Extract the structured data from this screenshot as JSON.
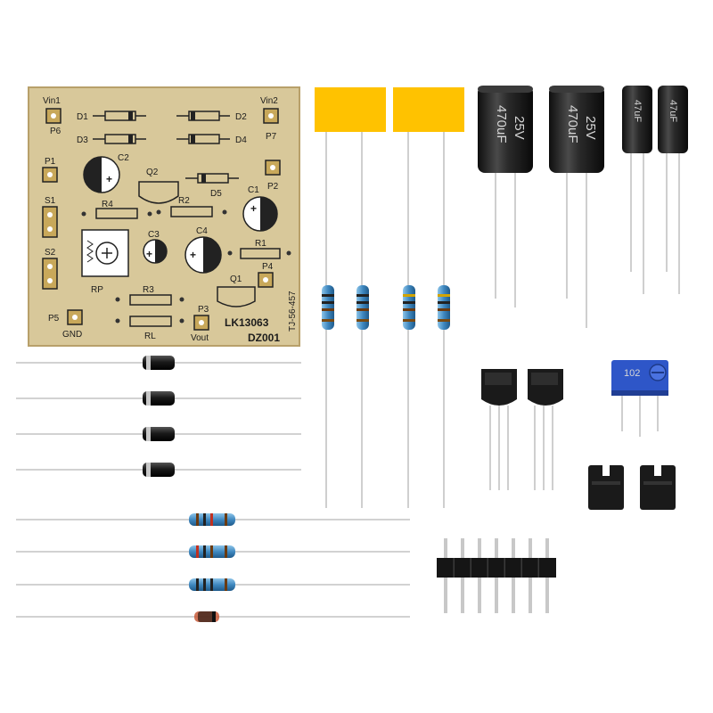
{
  "kit": {
    "board": {
      "model": "LK13063",
      "kit_code": "DZ001",
      "serial": "TJ-56-457",
      "labels": {
        "vin1": "Vin1",
        "vin2": "Vin2",
        "p6": "P6",
        "p7": "P7",
        "d1": "D1",
        "d2": "D2",
        "d3": "D3",
        "d4": "D4",
        "d5": "D5",
        "p1": "P1",
        "p2": "P2",
        "p3": "P3",
        "p4": "P4",
        "p5": "P5",
        "s1": "S1",
        "s2": "S2",
        "c1": "C1",
        "c2": "C2",
        "c3": "C3",
        "c4": "C4",
        "q1": "Q1",
        "q2": "Q2",
        "r1": "R1",
        "r2": "R2",
        "r3": "R3",
        "r4": "R4",
        "rp": "RP",
        "rl": "RL",
        "gnd": "GND",
        "vout": "Vout"
      }
    },
    "capacitors": {
      "large": {
        "value": "470uF",
        "voltage": "25V"
      },
      "small": {
        "value": "47uF"
      }
    },
    "potentiometer": {
      "code": "102"
    },
    "colors": {
      "pcb": "#d8c89a",
      "pcb_border": "#b8a06a",
      "pad": "#c8a85a",
      "film_cap": "#ffc200",
      "electrolytic": "#1e1e1e",
      "trimmer": "#2e56c8",
      "resistor_body": "#4a90c0"
    }
  }
}
